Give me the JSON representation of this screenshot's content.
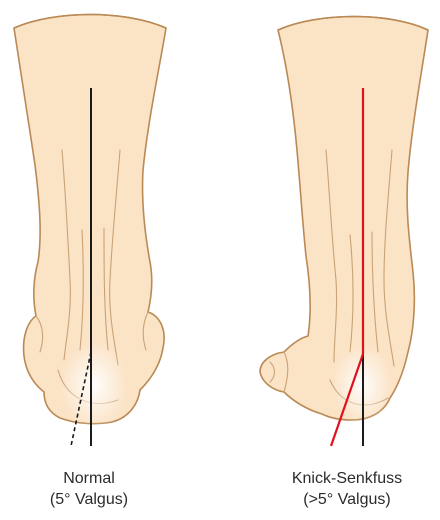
{
  "colors": {
    "skin": "#fbe3c6",
    "skin_shadow": "#f2d2ad",
    "outline": "#b98a55",
    "muscle_line": "#caa276",
    "highlight": "#ffffff",
    "reference_line": "#1a1a1a",
    "pathology_line": "#e1101e",
    "dashed_line": "#1a1a1a"
  },
  "panels": [
    {
      "name": "normal",
      "caption_title": "Normal",
      "caption_note": "(5° Valgus)"
    },
    {
      "name": "knick-senkfuss",
      "caption_title": "Knick-Senkfuss",
      "caption_note": "(>5° Valgus)"
    }
  ]
}
